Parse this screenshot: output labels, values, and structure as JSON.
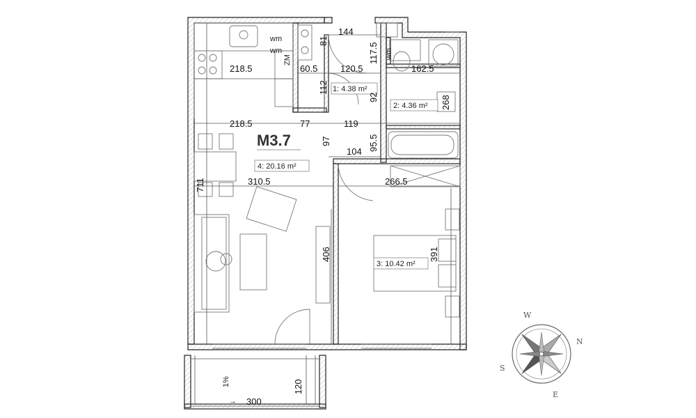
{
  "plan": {
    "unit_code": "M3.7",
    "rooms": [
      {
        "label": "1: 4.38 m²"
      },
      {
        "label": "2: 4.36 m²"
      },
      {
        "label": "3: 10.42 m²"
      },
      {
        "label": "4: 20.16 m²"
      }
    ],
    "dimensions": [
      "144",
      "81",
      "117.5",
      "218.5",
      "60.5",
      "120.5",
      "162.5",
      "112",
      "92",
      "268",
      "218.5",
      "77",
      "119",
      "97",
      "95.5",
      "104",
      "711",
      "310.5",
      "266.5",
      "406",
      "391",
      "120",
      "300"
    ],
    "fixture_labels": [
      "wm",
      "wm",
      "ZM",
      "wm"
    ],
    "balcony_slope": "1%",
    "balcony_arrow": "↓"
  },
  "compass": {
    "letters": [
      "N",
      "E",
      "S",
      "W"
    ]
  }
}
